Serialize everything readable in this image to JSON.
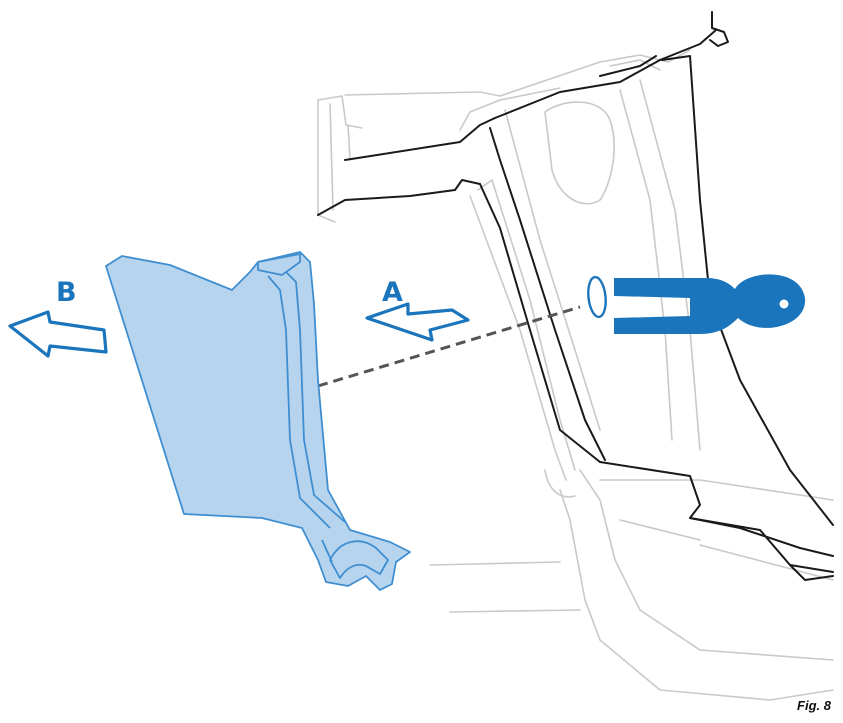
{
  "callouts": {
    "a": "A",
    "b": "B"
  },
  "caption": "Fig. 8",
  "colors": {
    "accent": "#1b75bc",
    "panel_fill": "#b7d4ef",
    "panel_stroke": "#3f8ed0",
    "outline_dark": "#1a1a1a",
    "outline_light": "#c9c9c9",
    "dash": "#555555"
  },
  "icons": {
    "tool": "trim-removal-tool-icon",
    "arrow_a": "arrow-pull-out-icon",
    "arrow_b": "arrow-remove-icon"
  }
}
